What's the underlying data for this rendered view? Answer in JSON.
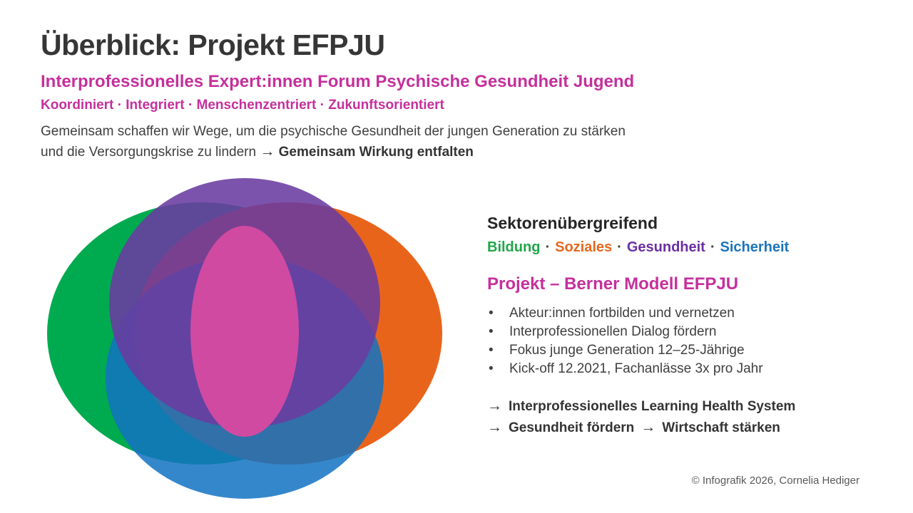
{
  "header": {
    "title": "Überblick: Projekt EFPJU",
    "subtitle": "Interprofessionelles Expert:innen Forum Psychische Gesundheit Jugend",
    "tagline": "Koordiniert · Integriert · Menschenzentriert · Zukunftsorientiert",
    "intro_line1": "Gemeinsam schaffen wir Wege, um die psychische Gesundheit der jungen Generation zu stärken",
    "intro_line2": "und die Versorgungskrise zu lindern",
    "intro_arrow": "→",
    "intro_emphasis": "Gemeinsam Wirkung entfalten"
  },
  "venn": {
    "type": "four-overlapping-ellipses-with-center",
    "colors": {
      "green": "#00AB50",
      "orange": "#E9641B",
      "blue": "#1272C2",
      "purple": "#6A3BA0",
      "magenta": "#D04AA2"
    }
  },
  "sectors": {
    "heading": "Sektorenübergreifend",
    "separator": "·",
    "items": [
      {
        "label": "Bildung",
        "color": "#1FA848"
      },
      {
        "label": "Soziales",
        "color": "#E8671E"
      },
      {
        "label": "Gesundheit",
        "color": "#6A30A2"
      },
      {
        "label": "Sicherheit",
        "color": "#1B75BC"
      }
    ]
  },
  "project": {
    "heading": "Projekt – Berner Modell EFPJU",
    "bullets": [
      "Akteur:innen fortbilden und vernetzen",
      "Interprofessionellen Dialog fördern",
      "Fokus junge Generation 12–25-Jährige",
      "Kick-off 12.2021, Fachanlässe 3x pro Jahr"
    ],
    "outcome1": {
      "arrow": "→",
      "text": "Interprofessionelles Learning Health System"
    },
    "outcome2": {
      "arrow": "→",
      "text": "Gesundheit fördern",
      "arrow2": "→",
      "text2": "Wirtschaft stärken"
    }
  },
  "footer": {
    "credit": "© Infografik 2026, Cornelia Hediger"
  }
}
